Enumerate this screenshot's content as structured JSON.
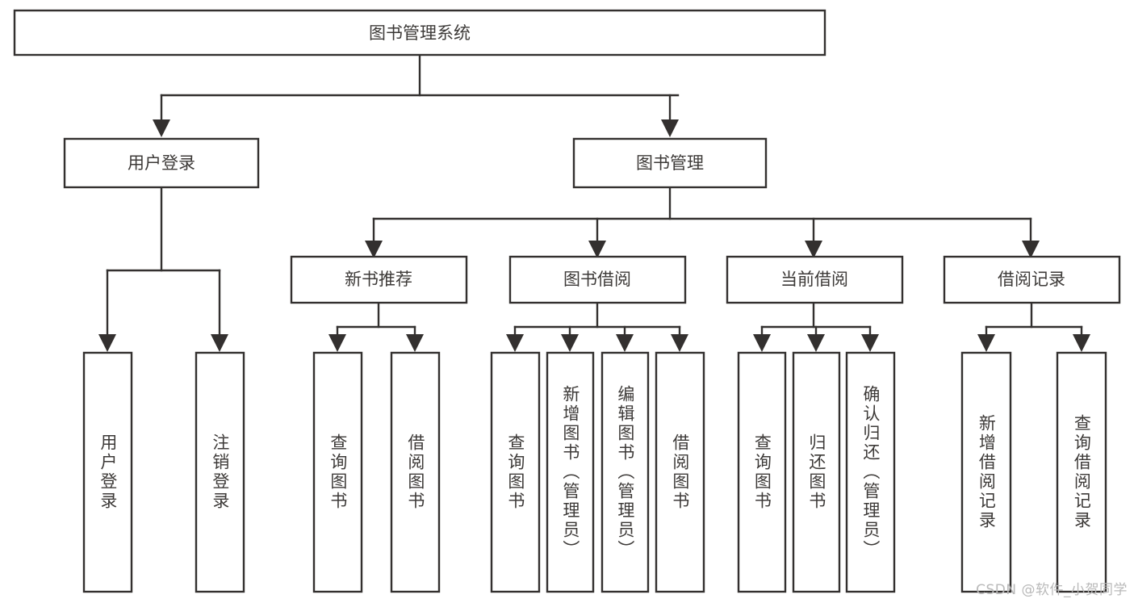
{
  "diagram": {
    "type": "tree",
    "title": "图书管理系统",
    "root": {
      "id": "root",
      "label": "图书管理系统",
      "orientation": "horizontal"
    },
    "level2": [
      {
        "id": "user-login",
        "label": "用户登录",
        "orientation": "horizontal"
      },
      {
        "id": "book-manage",
        "label": "图书管理",
        "orientation": "horizontal"
      }
    ],
    "level3": [
      {
        "id": "new-book-recommend",
        "label": "新书推荐",
        "orientation": "horizontal",
        "parent": "book-manage"
      },
      {
        "id": "book-borrow",
        "label": "图书借阅",
        "orientation": "horizontal",
        "parent": "book-manage"
      },
      {
        "id": "current-borrow",
        "label": "当前借阅",
        "orientation": "horizontal",
        "parent": "book-manage"
      },
      {
        "id": "borrow-record",
        "label": "借阅记录",
        "orientation": "horizontal",
        "parent": "book-manage"
      }
    ],
    "leaves": [
      {
        "id": "leaf-user-login",
        "label": "用户登录",
        "orientation": "vertical",
        "parent": "user-login"
      },
      {
        "id": "leaf-user-logout",
        "label": "注销登录",
        "orientation": "vertical",
        "parent": "user-login"
      },
      {
        "id": "leaf-query-book-1",
        "label": "查询图书",
        "orientation": "vertical",
        "parent": "new-book-recommend"
      },
      {
        "id": "leaf-borrow-book-1",
        "label": "借阅图书",
        "orientation": "vertical",
        "parent": "new-book-recommend"
      },
      {
        "id": "leaf-query-book-2",
        "label": "查询图书",
        "orientation": "vertical",
        "parent": "book-borrow"
      },
      {
        "id": "leaf-add-book",
        "label": "新增图书（管理员）",
        "orientation": "vertical",
        "parent": "book-borrow"
      },
      {
        "id": "leaf-edit-book",
        "label": "编辑图书（管理员）",
        "orientation": "vertical",
        "parent": "book-borrow"
      },
      {
        "id": "leaf-borrow-book-2",
        "label": "借阅图书",
        "orientation": "vertical",
        "parent": "book-borrow"
      },
      {
        "id": "leaf-query-book-3",
        "label": "查询图书",
        "orientation": "vertical",
        "parent": "current-borrow"
      },
      {
        "id": "leaf-return-book",
        "label": "归还图书",
        "orientation": "vertical",
        "parent": "current-borrow"
      },
      {
        "id": "leaf-confirm-return",
        "label": "确认归还（管理员）",
        "orientation": "vertical",
        "parent": "current-borrow"
      },
      {
        "id": "leaf-add-record",
        "label": "新增借阅记录",
        "orientation": "vertical",
        "parent": "borrow-record"
      },
      {
        "id": "leaf-query-record",
        "label": "查询借阅记录",
        "orientation": "vertical",
        "parent": "borrow-record"
      }
    ]
  },
  "watermark": {
    "text": "CSDN @软件_小贺同学"
  },
  "colors": {
    "background": "#ffffff",
    "box_fill": "#ffffff",
    "box_stroke": "#33302f",
    "text": "#3d3a38",
    "watermark": "#b9b9b9"
  }
}
